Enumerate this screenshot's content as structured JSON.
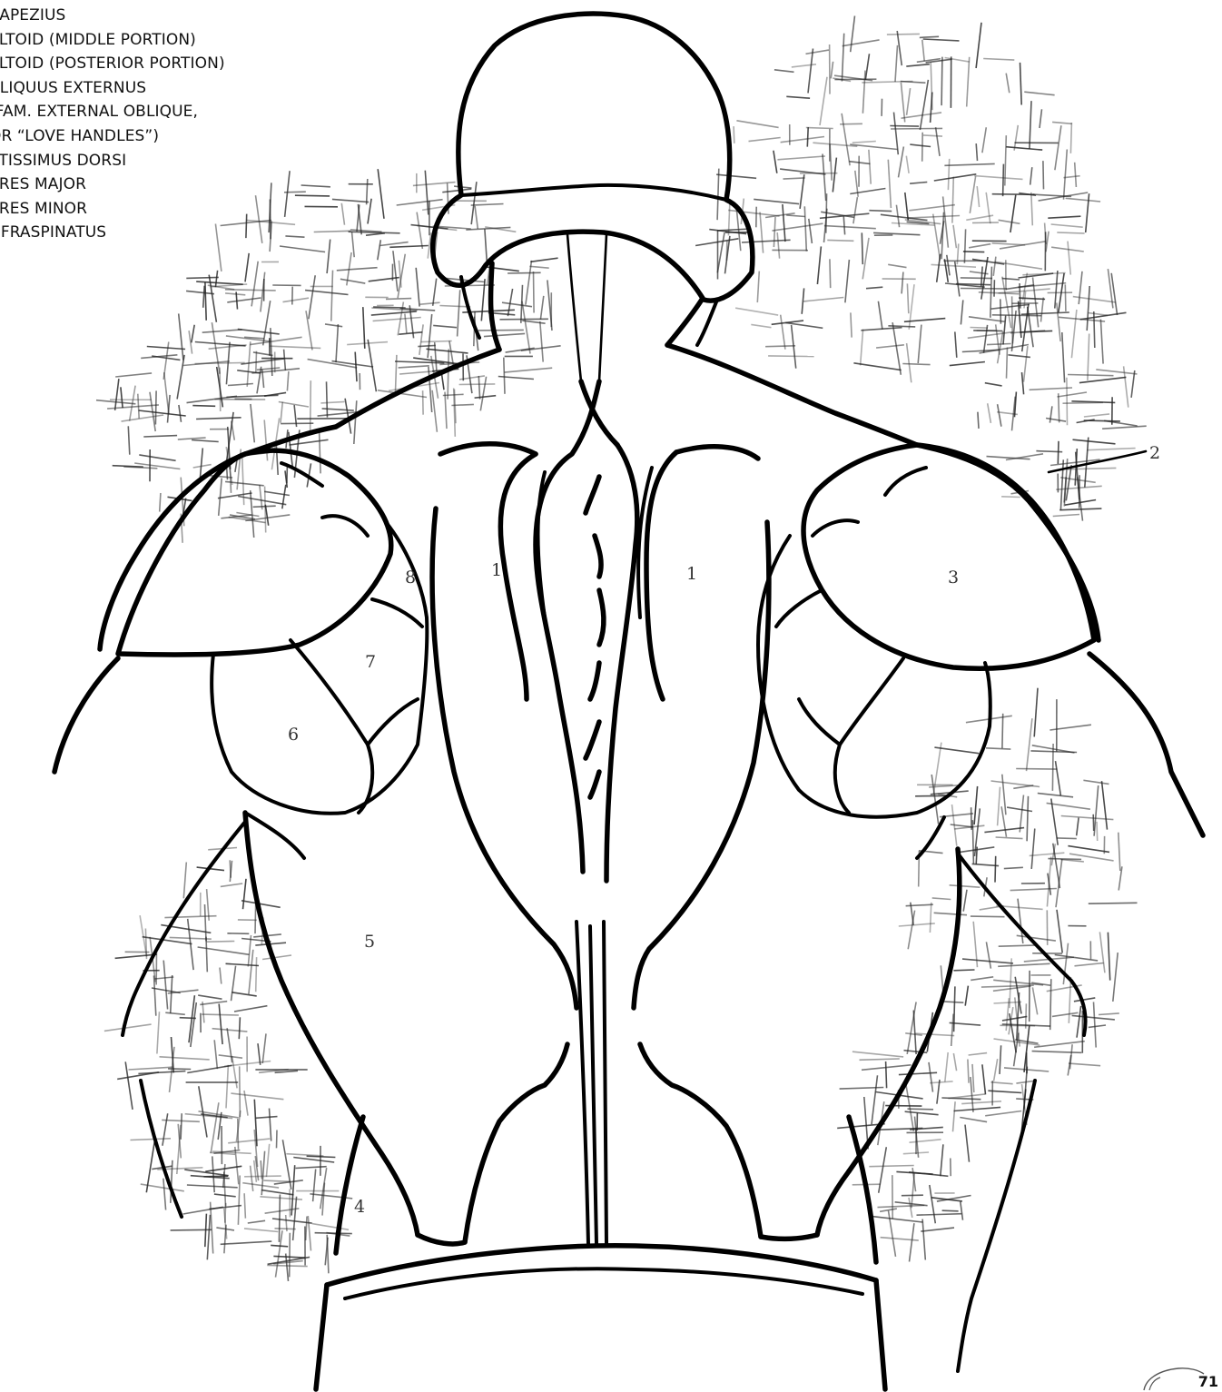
{
  "legend": {
    "items": [
      "RAPEZIUS",
      "ELTOID (MIDDLE PORTION)",
      "ELTOID (POSTERIOR PORTION)",
      "BLIQUUS EXTERNUS",
      "(FAM. EXTERNAL OBLIQUE,",
      "OR “LOVE HANDLES”)",
      "ATISSIMUS DORSI",
      "ERES MAJOR",
      "ERES MINOR",
      "NFRASPINATUS"
    ]
  },
  "figure": {
    "labels": {
      "trapezius_left": "1",
      "trapezius_right": "1",
      "deltoid_middle": "2",
      "deltoid_posterior": "3",
      "obliquus": "4",
      "latissimus": "5",
      "teres_major": "6",
      "teres_minor": "7",
      "infraspinatus": "8"
    }
  },
  "page": {
    "number": "71"
  }
}
